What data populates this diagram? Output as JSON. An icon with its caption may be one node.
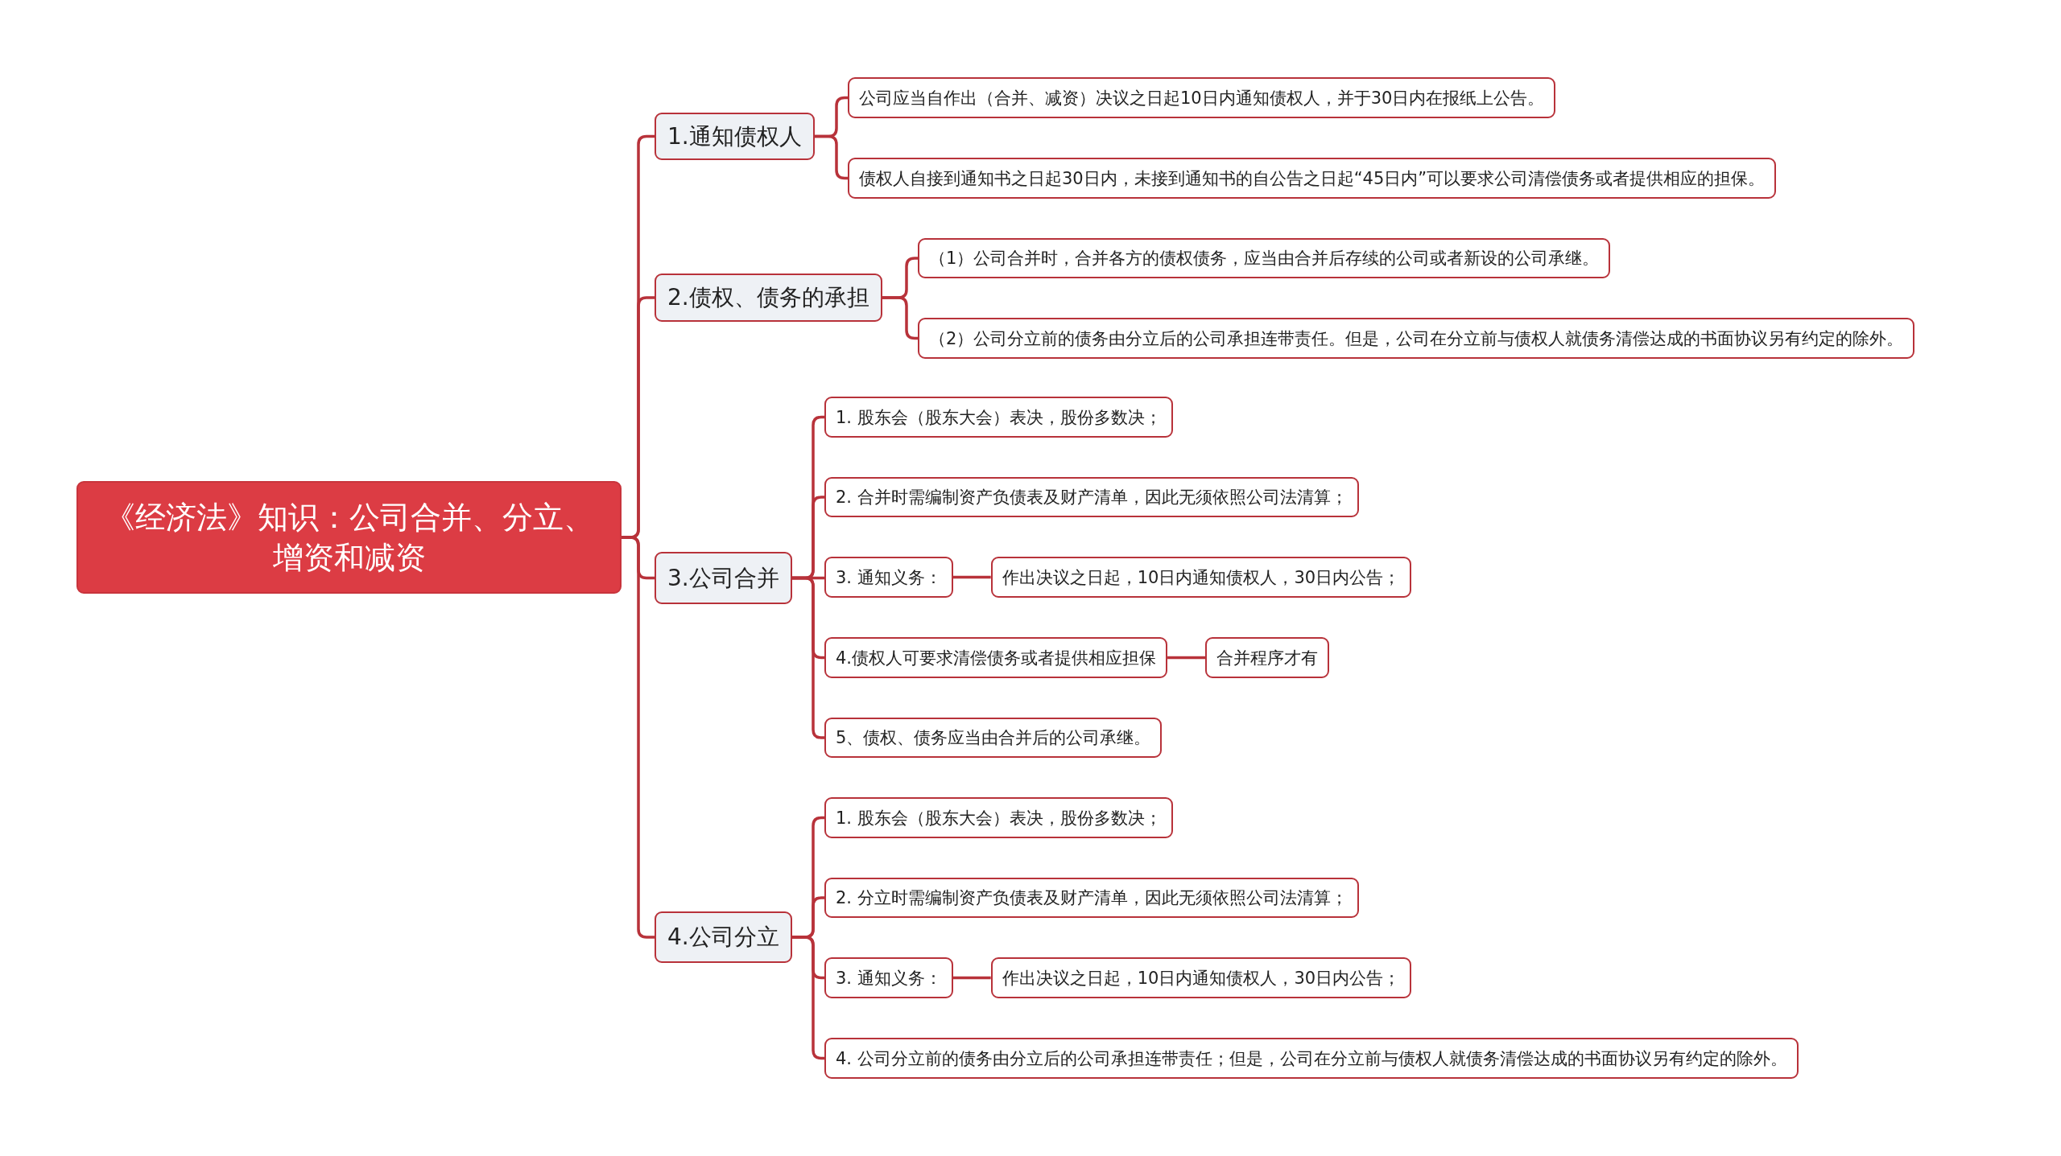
{
  "diagram": {
    "nodes": [
      {
        "text": [
          "《经济法》知识：公司合并、分立、增资和减资"
        ]
      },
      {
        "text": [
          "1.通知债权人"
        ]
      },
      {
        "text": [
          "公司应当自作出（合并、减资）决议之日起10日内通知债权人，并于30日内在报纸上公告。"
        ]
      },
      {
        "text": [
          "债权人自接到通知书之日起30日内，未接到通知书的自公告之日起“45日内”可以要求公司清偿债务或者提供相应的担保。"
        ]
      },
      {
        "text": [
          "2.债权、债务的承担"
        ]
      },
      {
        "text": [
          "（1）公司合并时，合并各方的债权债务，应当由合并后存续的公司或者新设的公司承继。"
        ]
      },
      {
        "text": [
          "（2）公司分立前的债务由分立后的公司承担连带责任。但是，公司在分立前与债权人就债务清偿达成的书面协议另有约定的除外。"
        ]
      },
      {
        "text": [
          "3.公司合并"
        ]
      },
      {
        "text": [
          "1. 股东会（股东大会）表决，股份多数决；"
        ]
      },
      {
        "text": [
          "2. 合并时需编制资产负债表及财产清单，因此无须依照公司法清算；"
        ]
      },
      {
        "text": [
          "3. 通知义务："
        ]
      },
      {
        "text": [
          "作出决议之日起，10日内通知债权人，30日内公告；"
        ]
      },
      {
        "text": [
          "4.债权人可要求清偿债务或者提供相应担保"
        ]
      },
      {
        "text": [
          "合并程序才有"
        ]
      },
      {
        "text": [
          "5、债权、债务应当由合并后的公司承继。"
        ]
      },
      {
        "text": [
          "4.公司分立"
        ]
      },
      {
        "text": [
          "1. 股东会（股东大会）表决，股份多数决；"
        ]
      },
      {
        "text": [
          "2. 分立时需编制资产负债表及财产清单，因此无须依照公司法清算；"
        ]
      },
      {
        "text": [
          "3. 通知义务："
        ]
      },
      {
        "text": [
          "作出决议之日起，10日内通知债权人，30日内公告；"
        ]
      },
      {
        "text": [
          "4. 公司分立前的债务由分立后的公司承担连带责任；但是，公司在分立前与债权人就债务清偿达成的书面协议另有约定的除外。"
        ]
      }
    ],
    "edges": [
      {
        "from": 0,
        "to": 1,
        "arrow": "none"
      },
      {
        "from": 0,
        "to": 4,
        "arrow": "none"
      },
      {
        "from": 0,
        "to": 7,
        "arrow": "none"
      },
      {
        "from": 0,
        "to": 15,
        "arrow": "none"
      },
      {
        "from": 1,
        "to": 2,
        "arrow": "none"
      },
      {
        "from": 1,
        "to": 3,
        "arrow": "none"
      },
      {
        "from": 4,
        "to": 5,
        "arrow": "none"
      },
      {
        "from": 4,
        "to": 6,
        "arrow": "none"
      },
      {
        "from": 7,
        "to": 8,
        "arrow": "none"
      },
      {
        "from": 7,
        "to": 9,
        "arrow": "none"
      },
      {
        "from": 7,
        "to": 10,
        "arrow": "none"
      },
      {
        "from": 7,
        "to": 12,
        "arrow": "none"
      },
      {
        "from": 7,
        "to": 14,
        "arrow": "none"
      },
      {
        "from": 10,
        "to": 11,
        "arrow": "none"
      },
      {
        "from": 12,
        "to": 13,
        "arrow": "none"
      },
      {
        "from": 15,
        "to": 16,
        "arrow": "none"
      },
      {
        "from": 15,
        "to": 17,
        "arrow": "none"
      },
      {
        "from": 15,
        "to": 18,
        "arrow": "none"
      },
      {
        "from": 15,
        "to": 20,
        "arrow": "none"
      },
      {
        "from": 18,
        "to": 19,
        "arrow": "none"
      }
    ]
  }
}
